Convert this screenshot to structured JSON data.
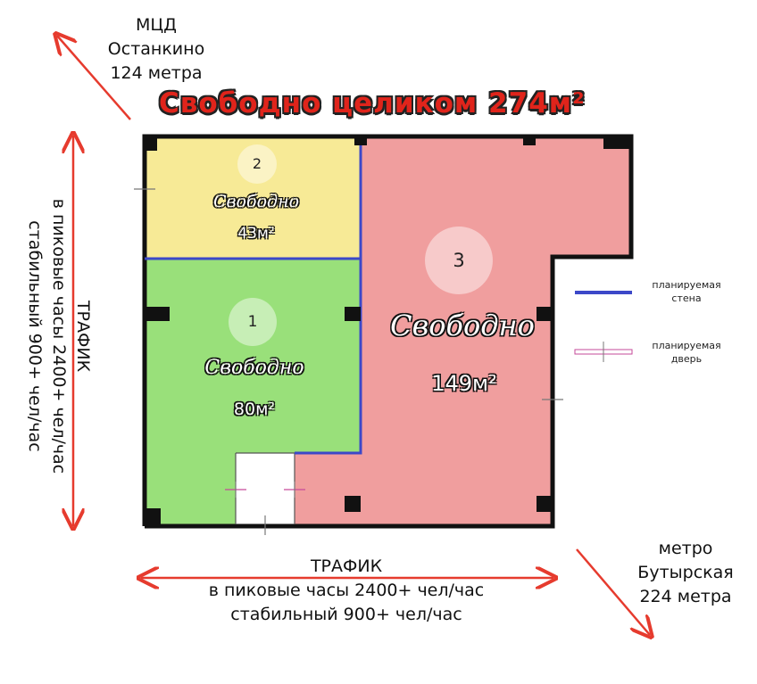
{
  "headline": "Свободно целиком 274м²",
  "top_left": {
    "line1": "МЦД",
    "line2": "Останкино",
    "line3": "124 метра"
  },
  "bottom_right": {
    "line1": "метро",
    "line2": "Бутырская",
    "line3": "224 метра"
  },
  "traffic_bottom": {
    "title": "ТРАФИК",
    "peak": "в пиковые часы 2400+ чел/час",
    "stable": "стабильный 900+ чел/час"
  },
  "traffic_left": {
    "title": "ТРАФИК",
    "peak": "в пиковые часы 2400+ чел/час",
    "stable": "стабильный 900+ чел/час"
  },
  "rooms": [
    {
      "number": "1",
      "status": "Свободно",
      "area": "80м²",
      "color": "#99e07a"
    },
    {
      "number": "2",
      "status": "Свободно",
      "area": "43м²",
      "color": "#f7ea96"
    },
    {
      "number": "3",
      "status": "Свободно",
      "area": "149м²",
      "color": "#f09e9e"
    }
  ],
  "legend": {
    "wall": "планируемая стена",
    "door": "планируемая дверь"
  },
  "colors": {
    "planned_wall": "#3c48c8",
    "arrow": "#e63b2e",
    "headline": "#e0241b"
  }
}
